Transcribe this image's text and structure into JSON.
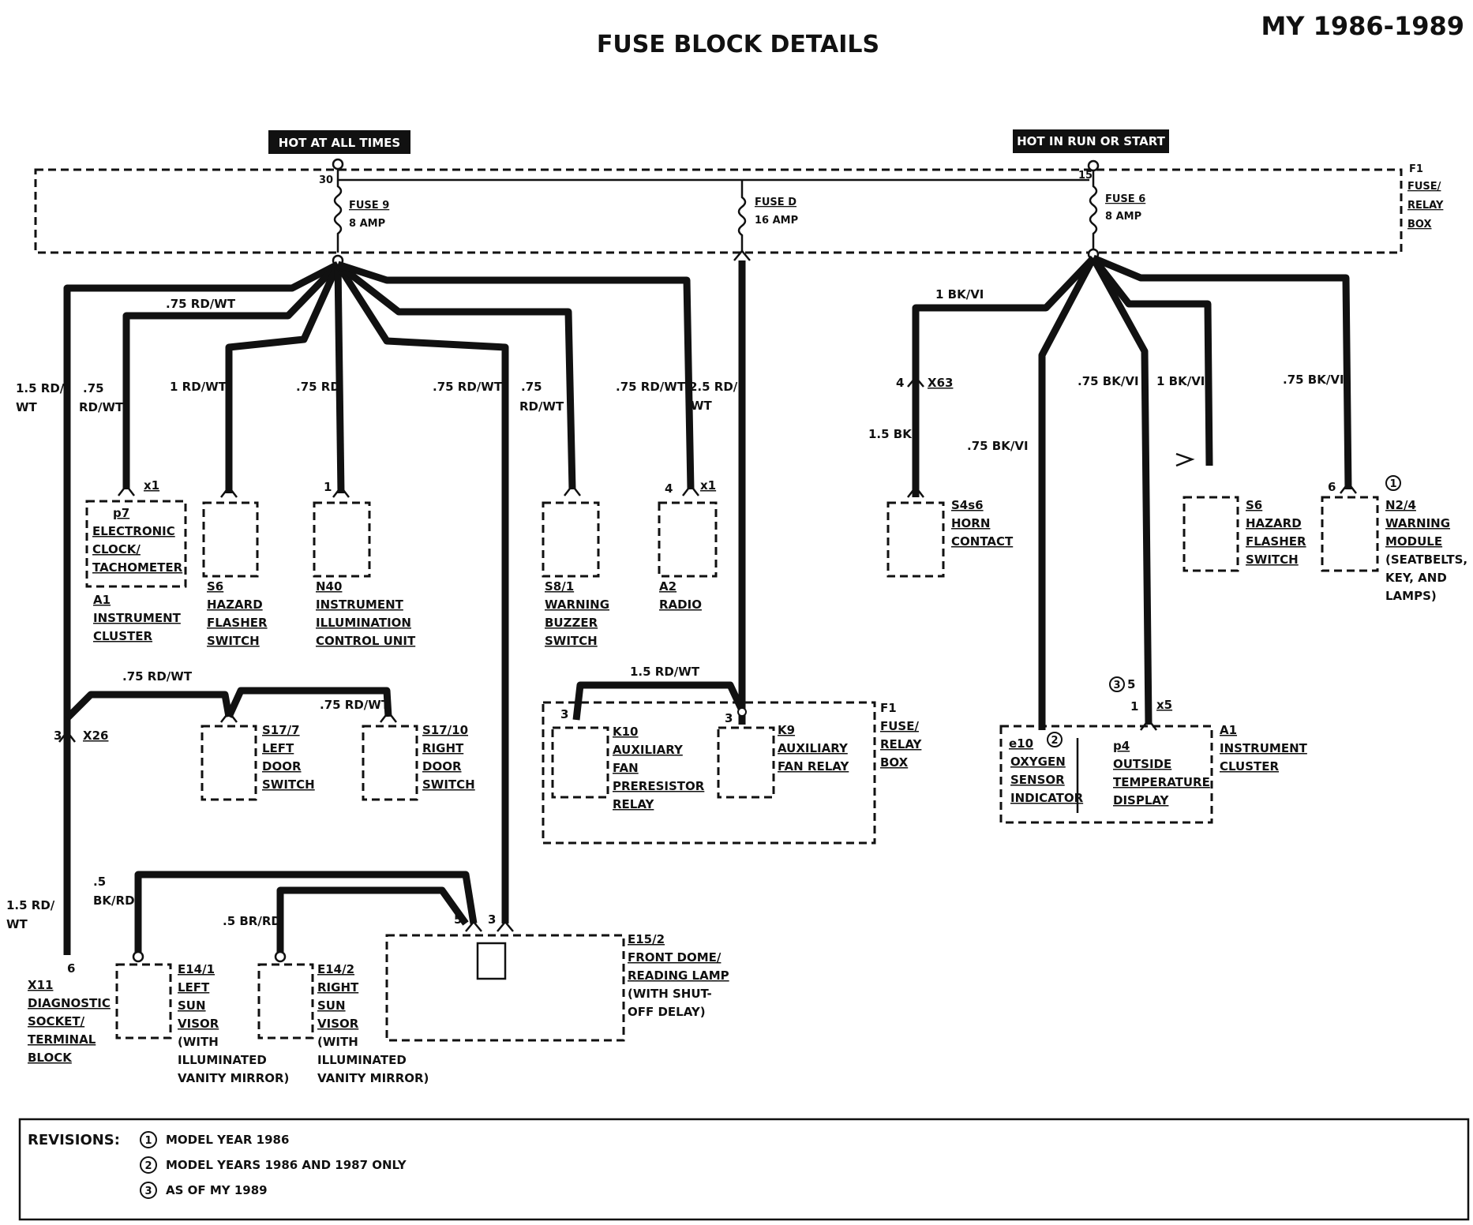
{
  "header": {
    "title": "FUSE BLOCK DETAILS",
    "model_years": "MY 1986-1989"
  },
  "power": {
    "hot_always": "HOT AT ALL TIMES",
    "hot_run": "HOT IN RUN OR START"
  },
  "fuse_box": {
    "name": [
      "F1",
      "FUSE/",
      "RELAY",
      "BOX"
    ],
    "terminal_30": "30",
    "terminal_15": "15",
    "fuse9": [
      "FUSE 9",
      "8 AMP"
    ],
    "fused": [
      "FUSE D",
      "16 AMP"
    ],
    "fuse6": [
      "FUSE 6",
      "8 AMP"
    ]
  },
  "wires": {
    "w1": [
      "1.5 RD/",
      "WT"
    ],
    "w2": [
      ".75",
      "RD/WT"
    ],
    "w3": ".75 RD/WT",
    "w4": "1 RD/WT",
    "w5": ".75 RD",
    "w6": ".75 RD/WT",
    "w7": [
      ".75",
      "RD/WT"
    ],
    "w8": ".75 RD/WT",
    "w9": [
      "2.5 RD/",
      "WT"
    ],
    "w10": "1 BK/VI",
    "w11": "1.5 BK",
    "w12": ".75 BK/VI",
    "w13": ".75 BK/VI",
    "w14": "1 BK/VI",
    "w15": ".75 BK/VI",
    "w16": ".75 RD/WT",
    "w17": ".75 RD/WT",
    "w18": "1.5 RD/WT",
    "w19": [
      ".5",
      "BK/RD"
    ],
    "w20": ".5 BR/RD",
    "w21": [
      "1.5 RD/",
      "WT"
    ]
  },
  "pins": {
    "p_x1a": "x1",
    "p_1": "1",
    "p_4": "4",
    "p_x1b": "x1",
    "p_4x63": "4",
    "p_x63": "X63",
    "p_6": "6",
    "p_3x26": "3",
    "p_x26": "X26",
    "p_3a": "3",
    "p_3b": "3",
    "p_5": "5",
    "p_1x5": "1",
    "p_x5": "x5",
    "p_6x11": "6",
    "p_5e": "5",
    "p_3e": "3"
  },
  "components": {
    "p7": [
      "p7",
      "ELECTRONIC",
      "CLOCK/",
      "TACHOMETER"
    ],
    "a1": [
      "A1",
      "INSTRUMENT",
      "CLUSTER"
    ],
    "s6": [
      "S6",
      "HAZARD",
      "FLASHER",
      "SWITCH"
    ],
    "n40": [
      "N40",
      "INSTRUMENT",
      "ILLUMINATION",
      "CONTROL UNIT"
    ],
    "s8": [
      "S8/1",
      "WARNING",
      "BUZZER",
      "SWITCH"
    ],
    "a2": [
      "A2",
      "RADIO"
    ],
    "s4s6": [
      "S4s6",
      "HORN",
      "CONTACT"
    ],
    "s6b": [
      "S6",
      "HAZARD",
      "FLASHER",
      "SWITCH"
    ],
    "n24": [
      "N2/4",
      "WARNING",
      "MODULE",
      "(SEATBELTS,",
      "KEY, AND",
      "LAMPS)"
    ],
    "s177": [
      "S17/7",
      "LEFT",
      "DOOR",
      "SWITCH"
    ],
    "s1710": [
      "S17/10",
      "RIGHT",
      "DOOR",
      "SWITCH"
    ],
    "k10": [
      "K10",
      "AUXILIARY",
      "FAN",
      "PRERESISTOR",
      "RELAY"
    ],
    "k9": [
      "K9",
      "AUXILIARY",
      "FAN RELAY"
    ],
    "f1b": [
      "F1",
      "FUSE/",
      "RELAY",
      "BOX"
    ],
    "e10": [
      "e10",
      "OXYGEN",
      "SENSOR",
      "INDICATOR"
    ],
    "p4": [
      "p4",
      "OUTSIDE",
      "TEMPERATURE",
      "DISPLAY"
    ],
    "a1b": [
      "A1",
      "INSTRUMENT",
      "CLUSTER"
    ],
    "x11": [
      "X11",
      "DIAGNOSTIC",
      "SOCKET/",
      "TERMINAL",
      "BLOCK"
    ],
    "e141": [
      "E14/1",
      "LEFT",
      "SUN",
      "VISOR",
      "(WITH",
      "ILLUMINATED",
      "VANITY MIRROR)"
    ],
    "e142": [
      "E14/2",
      "RIGHT",
      "SUN",
      "VISOR",
      "(WITH",
      "ILLUMINATED",
      "VANITY MIRROR)"
    ],
    "e152": [
      "E15/2",
      "FRONT DOME/",
      "READING LAMP",
      "(WITH SHUT-",
      "OFF DELAY)"
    ]
  },
  "notes": {
    "n2": "2",
    "n3": "3",
    "n1": "1"
  },
  "revisions": {
    "label": "REVISIONS:",
    "items": [
      {
        "num": "1",
        "text": "MODEL YEAR 1986"
      },
      {
        "num": "2",
        "text": "MODEL YEARS 1986 AND 1987 ONLY"
      },
      {
        "num": "3",
        "text": "AS OF MY 1989"
      }
    ]
  }
}
